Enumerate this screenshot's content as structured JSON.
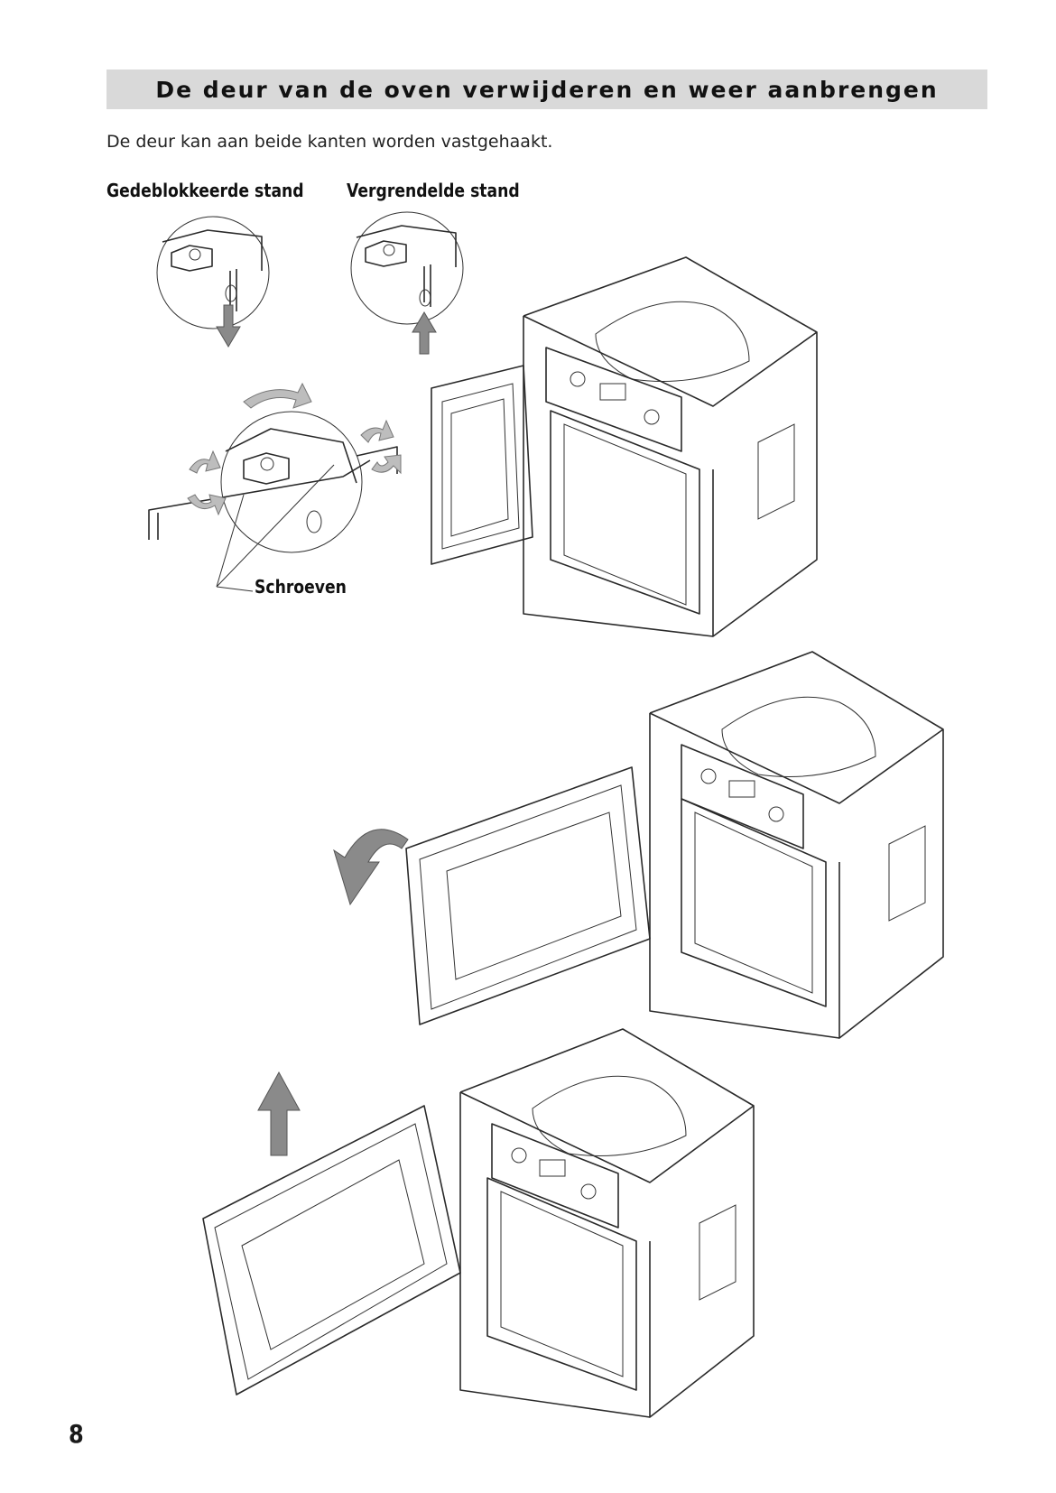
{
  "heading": "De deur van de oven verwijderen en weer aanbrengen",
  "intro": "De deur kan aan beide kanten worden vastgehaakt.",
  "labels": {
    "unblocked": "Gedeblokkeerde stand",
    "locked": "Vergrendelde stand",
    "screws": "Schroeven"
  },
  "page_number": "8",
  "colors": {
    "title_bar": "#d9d9d9",
    "arrows": "#8a8a8a"
  }
}
